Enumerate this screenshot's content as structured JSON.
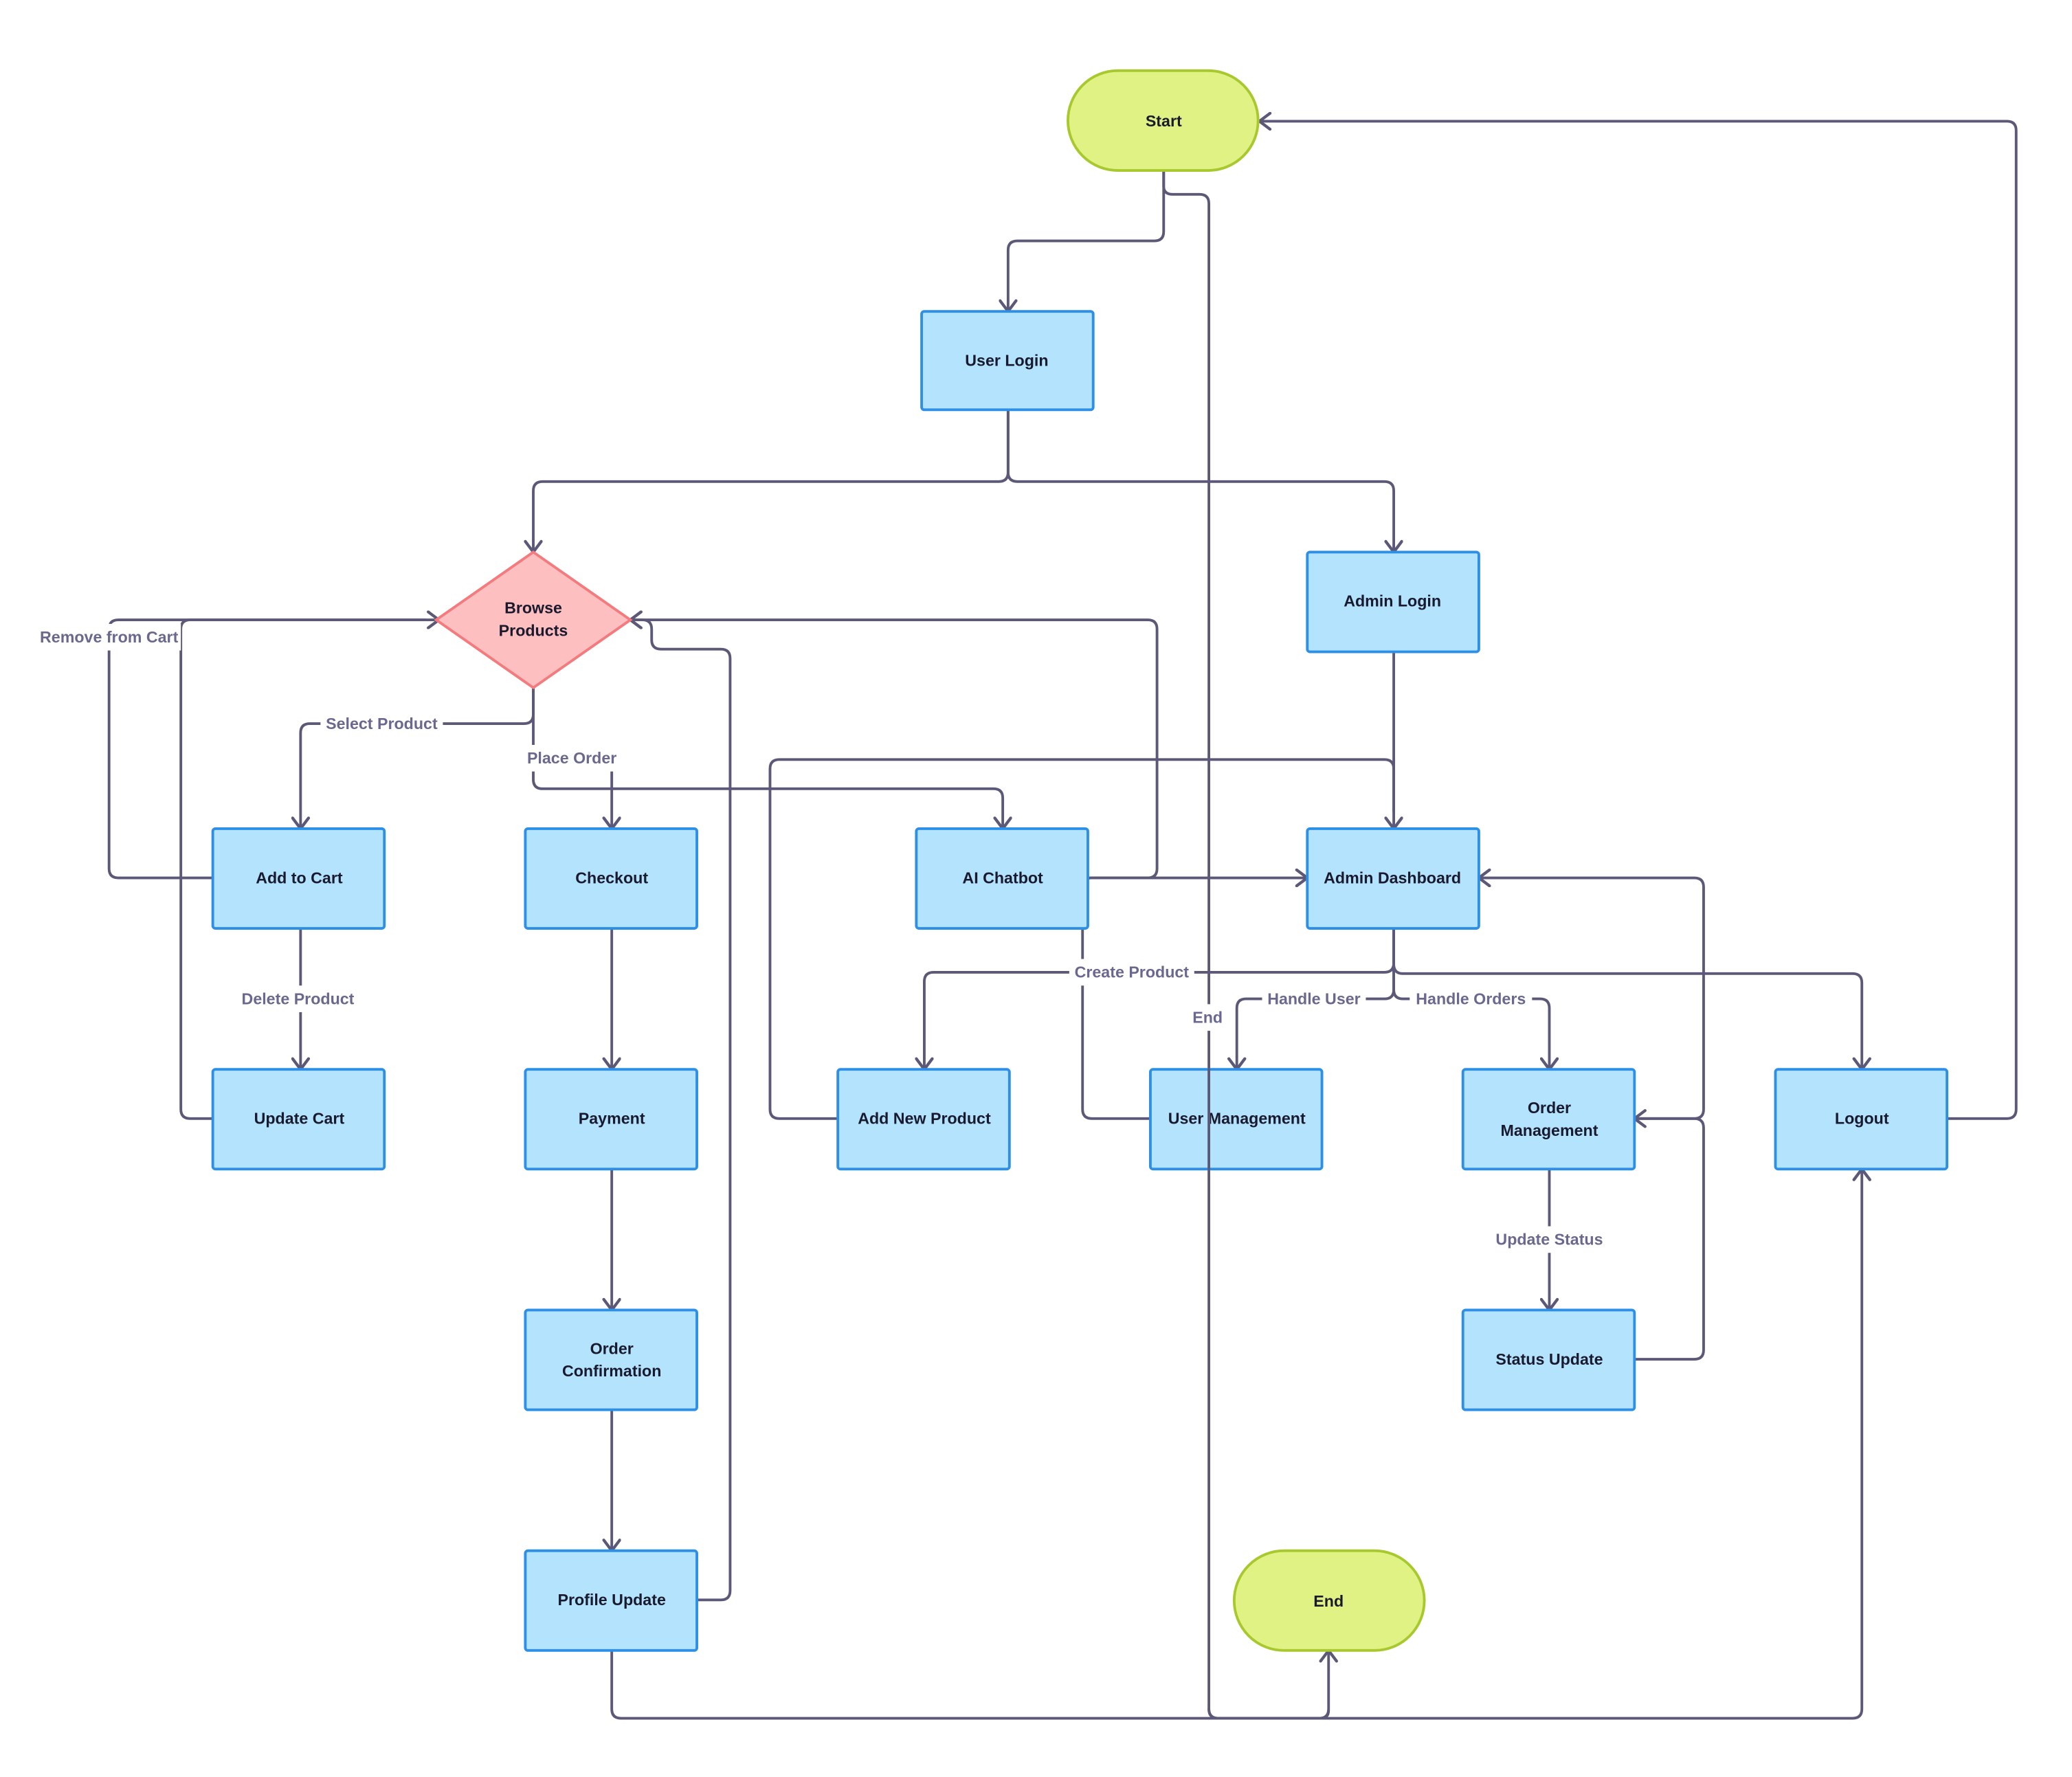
{
  "nodes": {
    "start": "Start",
    "user_login": "User Login",
    "browse_products": [
      "Browse",
      "Products"
    ],
    "admin_login": "Admin Login",
    "add_to_cart": "Add to Cart",
    "checkout": "Checkout",
    "ai_chatbot": "AI Chatbot",
    "admin_dashboard": "Admin Dashboard",
    "update_cart": "Update Cart",
    "payment": "Payment",
    "add_new_product": "Add New Product",
    "user_management": "User Management",
    "order_management": [
      "Order",
      "Management"
    ],
    "logout": "Logout",
    "order_confirmation": [
      "Order",
      "Confirmation"
    ],
    "status_update": "Status Update",
    "profile_update": "Profile Update",
    "end": "End"
  },
  "edge_labels": {
    "remove_from_cart": "Remove from Cart",
    "select_product": "Select Product",
    "place_order": "Place Order",
    "delete_product": "Delete Product",
    "create_product": "Create Product",
    "handle_user": "Handle User",
    "handle_orders": "Handle Orders",
    "end": "End",
    "update_status": "Update Status"
  },
  "colors": {
    "process_fill": "#b3e3fd",
    "process_stroke": "#2d8fe6",
    "terminal_fill": "#e1f285",
    "terminal_stroke": "#a8c92e",
    "decision_fill": "#fdbfc0",
    "decision_stroke": "#f37b7e",
    "edge": "#5b5878",
    "edge_label": "#6b6890"
  }
}
